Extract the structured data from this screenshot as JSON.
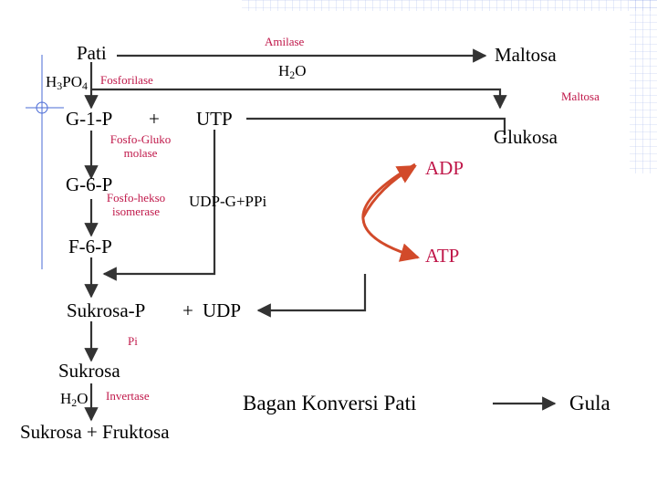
{
  "colors": {
    "arrow": "#333333",
    "enzyme_text": "#c0184a",
    "feedback_curve": "#d24a2a",
    "accent_text": "#c0184a",
    "decor_lines": "#4a6bd6"
  },
  "icons": {
    "corner_pattern": "grid-pattern",
    "reticle": "crosshair-circle-icon"
  },
  "nodes": {
    "pati": "Pati",
    "maltosa_top": "Maltosa",
    "h3po4_main": "H",
    "h3po4_sub1": "3",
    "h3po4_mid": "PO",
    "h3po4_sub2": "4",
    "h2o_top_main": "H",
    "h2o_top_sub": "2",
    "h2o_top_end": "O",
    "maltosa_small": "Maltosa",
    "g1p": "G-1-P",
    "plus1": "+",
    "utp": "UTP",
    "glukosa": "Glukosa",
    "g6p": "G-6-P",
    "adp": "ADP",
    "udpg_ppi": "UDP-G+PPi",
    "f6p": "F-6-P",
    "atp": "ATP",
    "sukrosa_p": "Sukrosa-P",
    "plus2": "+",
    "udp": "UDP",
    "pi": "Pi",
    "sukrosa": "Sukrosa",
    "h2o_bottom_main": "H",
    "h2o_bottom_sub": "2",
    "h2o_bottom_end": "O",
    "sukrosa_fruktosa": "Sukrosa + Fruktosa"
  },
  "enzymes": {
    "amilase": "Amilase",
    "fosforilase": "Fosforilase",
    "fosfoglukomutase_line1": "Fosfo-Gluko",
    "fosfoglukomutase_line2": "molase",
    "fosfoheksoisomerase_line1": "Fosfo-hekso",
    "fosfoheksoisomerase_line2": "isomerase",
    "invertase": "Invertase"
  },
  "title": {
    "text": "Bagan Konversi Pati",
    "target": "Gula"
  }
}
